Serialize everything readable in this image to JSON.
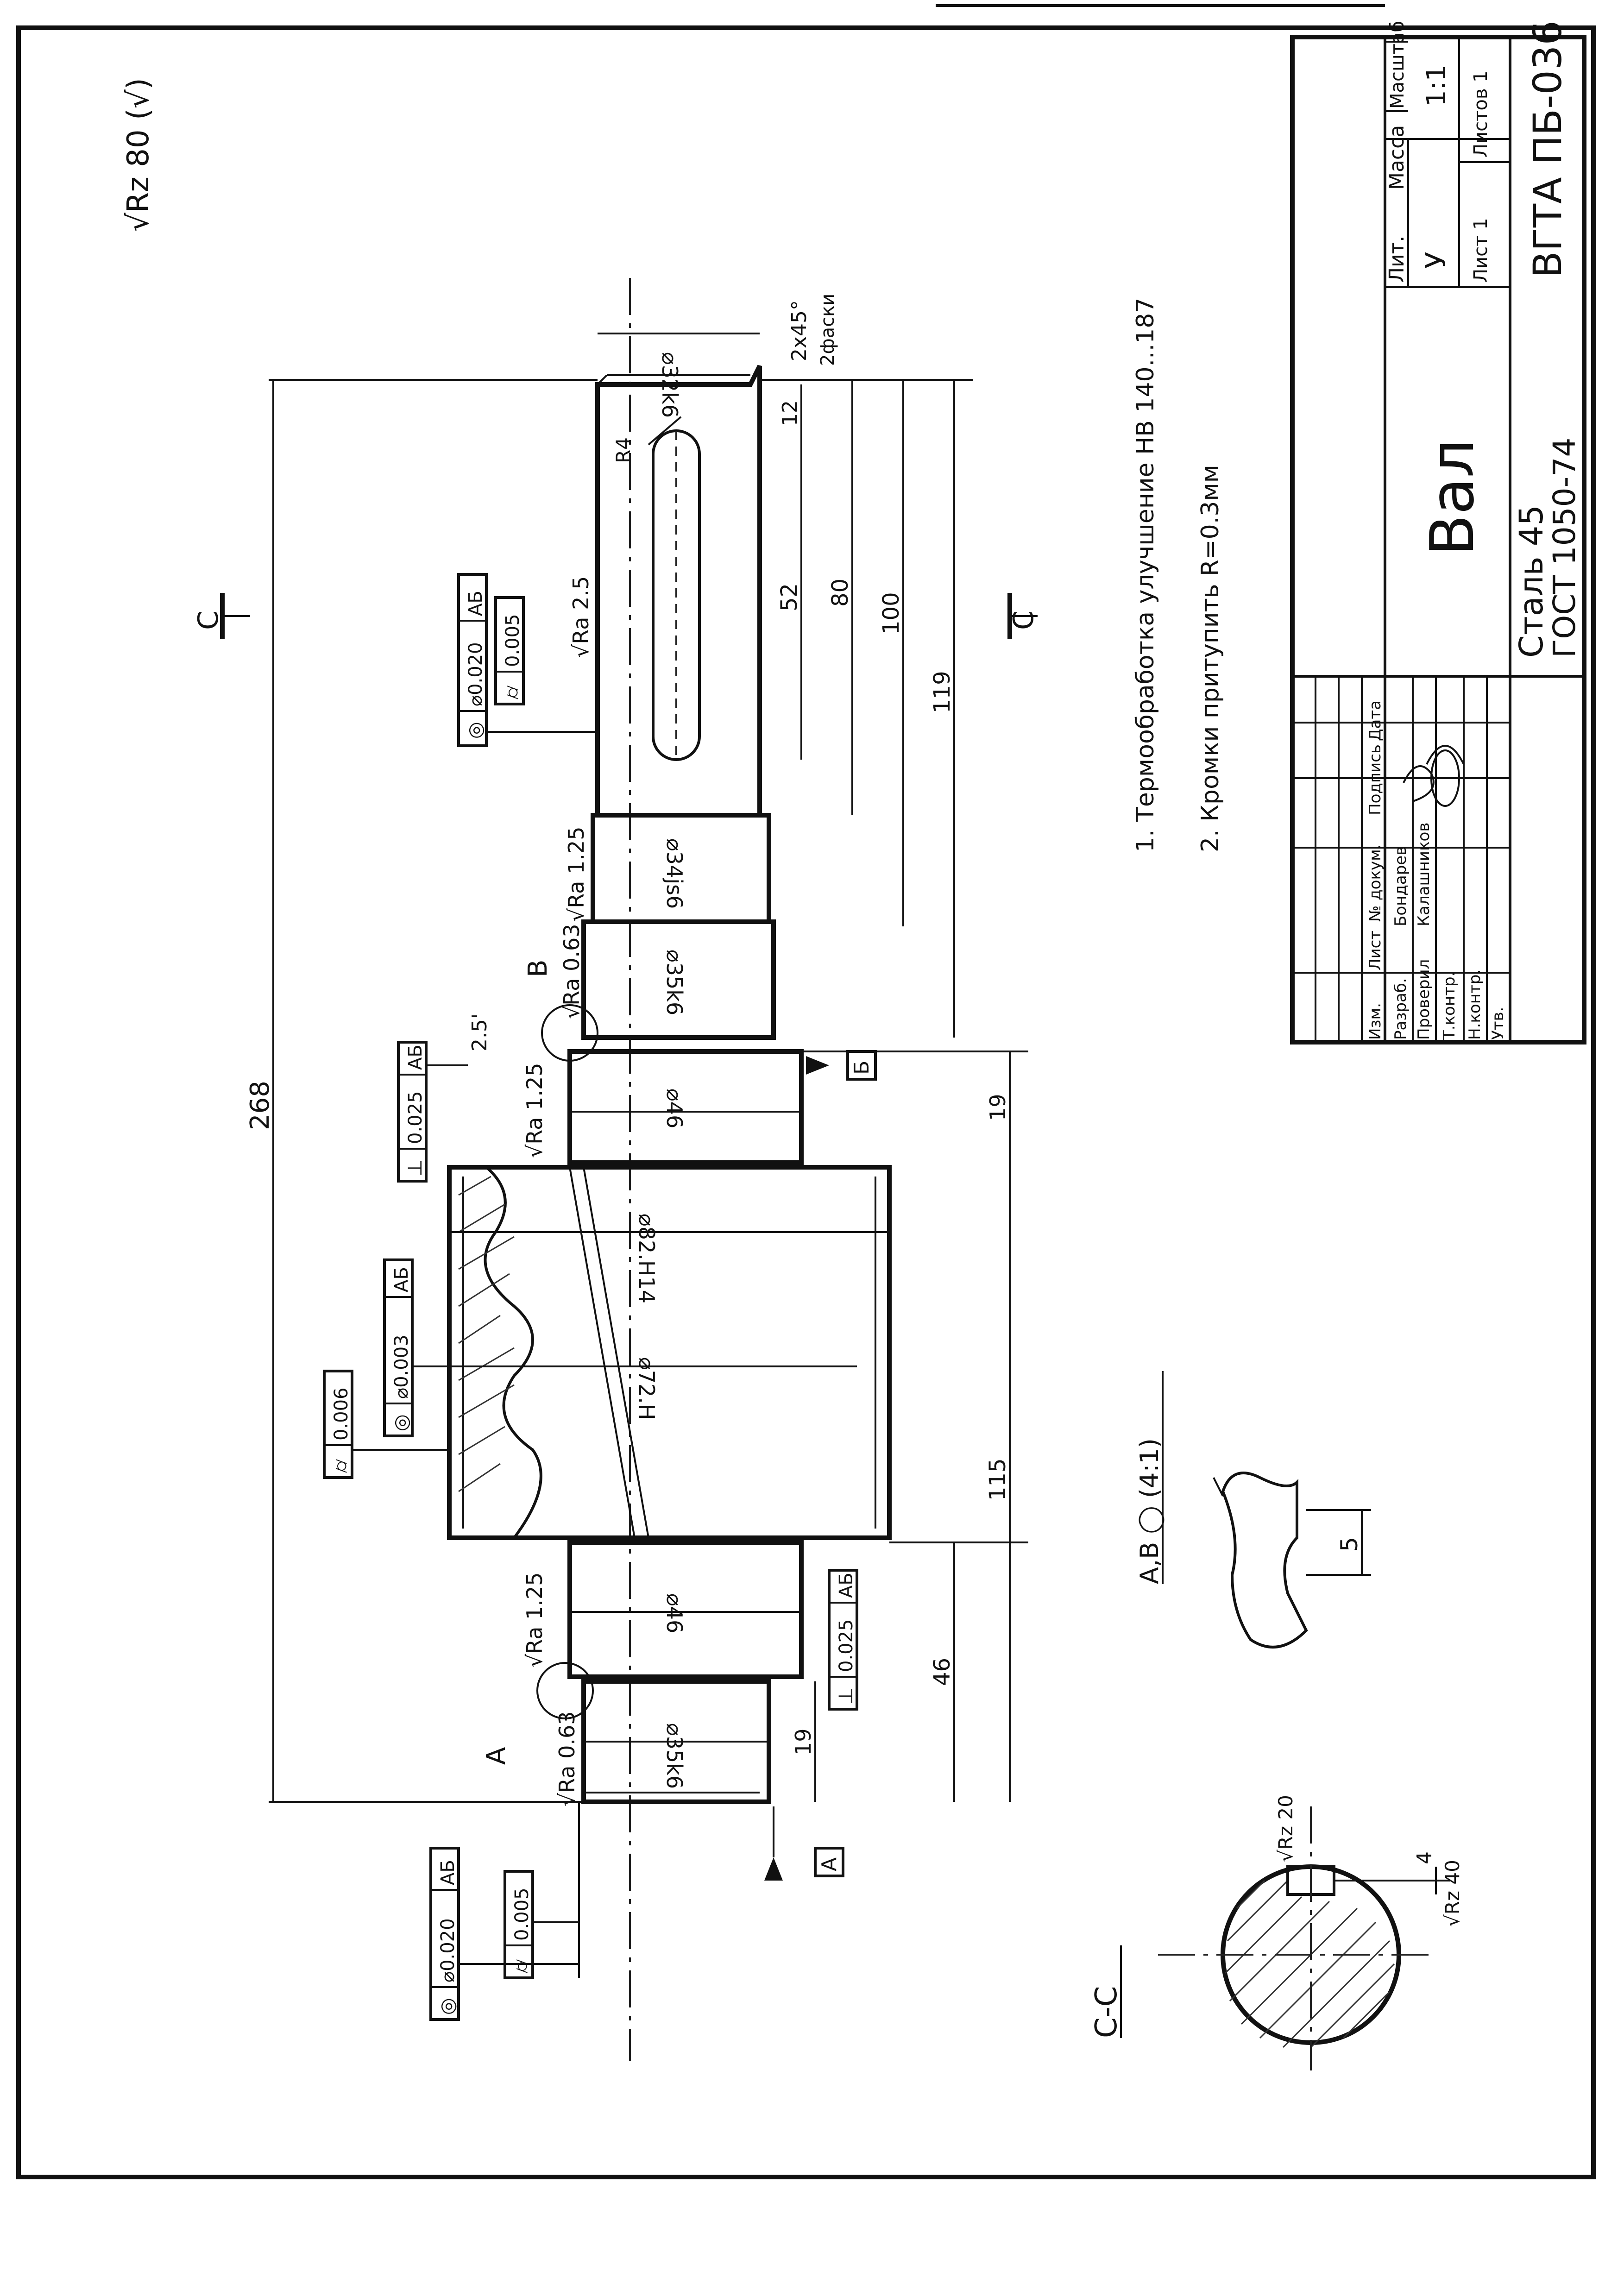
{
  "drawing": {
    "general_roughness": "√Rz 80 (√)",
    "section_marker": "С",
    "section_title": "С-С",
    "view_markers": {
      "a": "А",
      "b": "В"
    },
    "datums": {
      "a": "А",
      "b": "Б"
    },
    "detail_title": "А,В ◯ (4:1)",
    "detail_dim": "5"
  },
  "dimensions": {
    "overall_length": "268",
    "len_115": "115",
    "len_46": "46",
    "len_19_left": "19",
    "len_19_right": "19",
    "len_119": "119",
    "len_100": "100",
    "len_80": "80",
    "len_52": "52",
    "len_12": "12",
    "radius_r4": "R4",
    "chamfer": "2x45°",
    "chamfer_note": "2фаски",
    "angle": "2.5'",
    "keyway_depth": "4",
    "diameters": {
      "d32": "⌀32k6",
      "d34": "⌀34js6",
      "d35_right": "⌀35k6",
      "d46_right": "⌀46",
      "d82": "⌀82.H14",
      "d72": "⌀72.H",
      "d46_left": "⌀46",
      "d35_left": "⌀35k6"
    }
  },
  "roughness": {
    "r32": "√Ra 2.5",
    "r34": "√Ra 1.25",
    "r35_right": "√Ra 0.63",
    "r46_right": "√Ra 1.25",
    "r46_left": "√Ra 1.25",
    "r35_left": "√Ra 0.63",
    "section_top": "√Rz 20",
    "section_side": "√Rz 40"
  },
  "tolerances": {
    "t1_sym": "◎",
    "t1_val": "⌀0.020",
    "t1_ref": "АБ",
    "t2_sym": "⌭",
    "t2_val": "0.005",
    "t3_sym": "⊥",
    "t3_val": "0.025",
    "t3_ref": "АБ",
    "t4_sym": "◎",
    "t4_val": "⌀0.003",
    "t4_ref": "АБ",
    "t5_sym": "⌭",
    "t5_val": "0.006",
    "t6_sym": "⊥",
    "t6_val": "0.025",
    "t6_ref": "АБ",
    "t7_sym": "◎",
    "t7_val": "⌀0.020",
    "t7_ref": "АБ",
    "t8_sym": "⌭",
    "t8_val": "0.005"
  },
  "notes": [
    "1. Термообработка улучшение НВ 140...187",
    "2. Кромки притупить R=0.3мм"
  ],
  "title_block": {
    "name": "Вал",
    "material": "Сталь 45",
    "standard": "ГОСТ 1050-74",
    "code": "ВГТА ПБ-036",
    "lit_label": "Лит.",
    "mass_label": "Масса",
    "scale_label": "Масштаб",
    "lit_value": "У",
    "scale_value": "1:1",
    "sheet_label": "Лист 1",
    "sheets_label": "Листов 1",
    "col_izm": "Изм.",
    "col_list": "Лист",
    "col_doc": "№ докум.",
    "col_sign": "Подпись",
    "col_date": "Дата",
    "row_razrab": "Разраб.",
    "row_prov": "Проверил",
    "row_tkontr": "Т.контр.",
    "row_nkontr": "Н.контр.",
    "row_utv": "Утв.",
    "razrab_name": "Бондарев",
    "prov_name": "Калашников"
  }
}
